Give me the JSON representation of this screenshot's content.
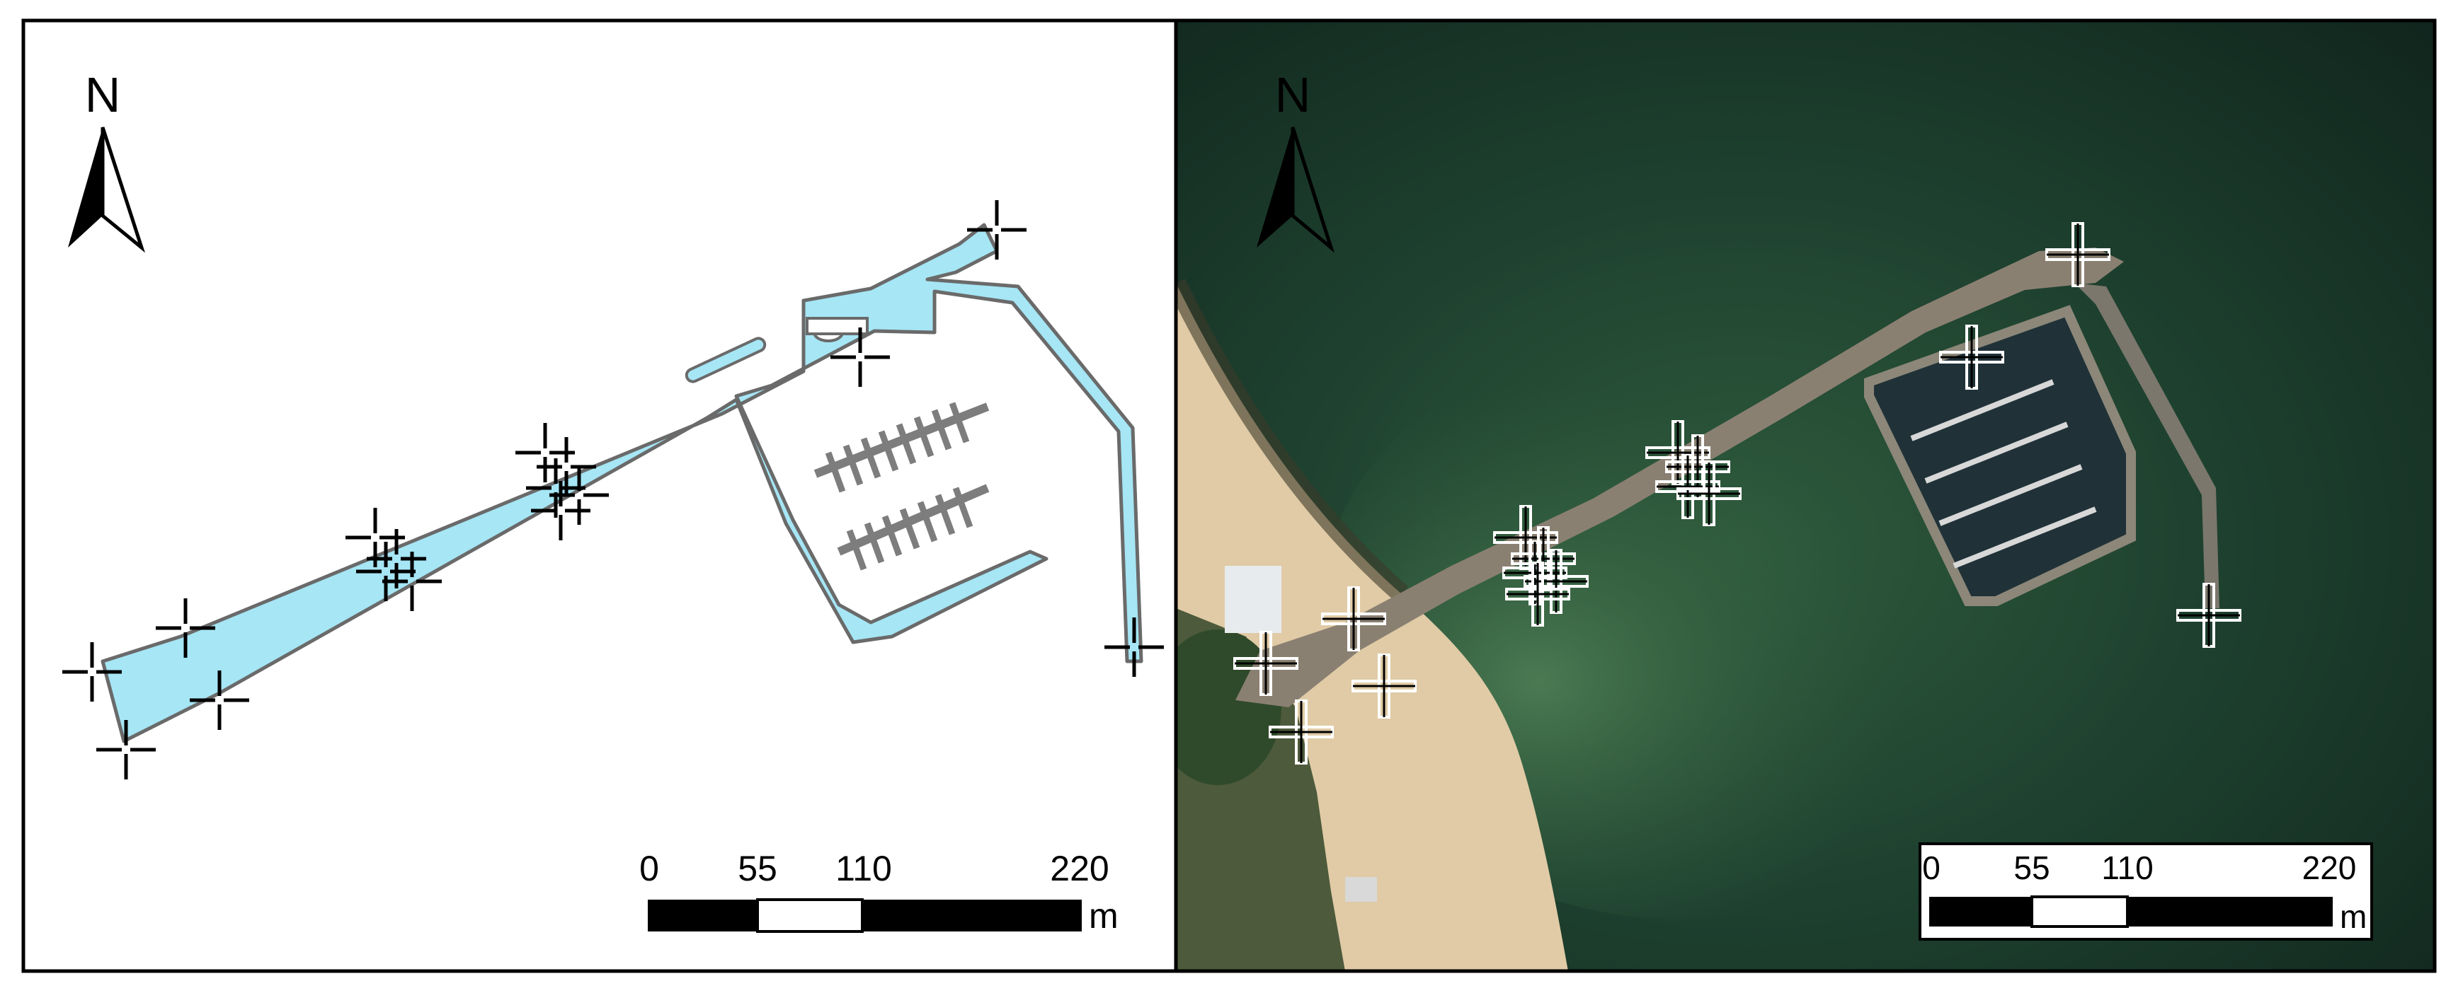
{
  "left_panel": {
    "north_label": "N",
    "scale_bar": {
      "ticks": [
        "0",
        "55",
        "110",
        "220"
      ],
      "unit": "m"
    },
    "colors": {
      "pier": "#a6e6f5",
      "outline": "#6a6a6a",
      "background": "#ffffff"
    },
    "markers": 16
  },
  "right_panel": {
    "north_label": "N",
    "scale_bar": {
      "ticks": [
        "0",
        "55",
        "110",
        "220"
      ],
      "unit": "m"
    },
    "colors": {
      "sea": "#1a3b2c",
      "sand": "#e0cba6",
      "pier": "#8a8072"
    },
    "markers": 16
  }
}
